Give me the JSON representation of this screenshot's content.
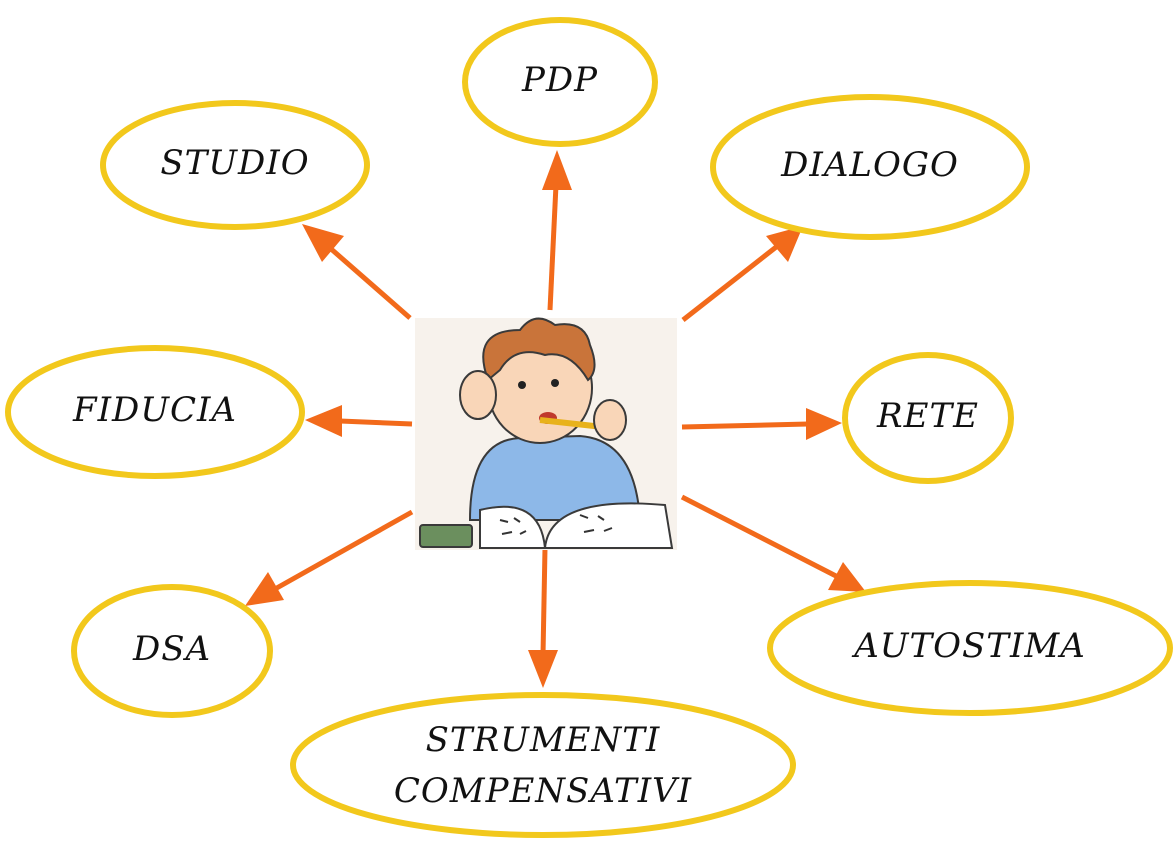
{
  "colors": {
    "ellipse_stroke": "#f2c81c",
    "arrow": "#f26a1b",
    "background": "#ffffff"
  },
  "center": {
    "illustration": "child-studying-illustration"
  },
  "nodes": {
    "pdp": "PDP",
    "studio": "STUDIO",
    "dialogo": "DIALOGO",
    "fiducia": "FIDUCIA",
    "rete": "RETE",
    "dsa": "DSA",
    "autostima": "AUTOSTIMA",
    "strumenti_line1": "STRUMENTI",
    "strumenti_line2": "COMPENSATIVI"
  }
}
